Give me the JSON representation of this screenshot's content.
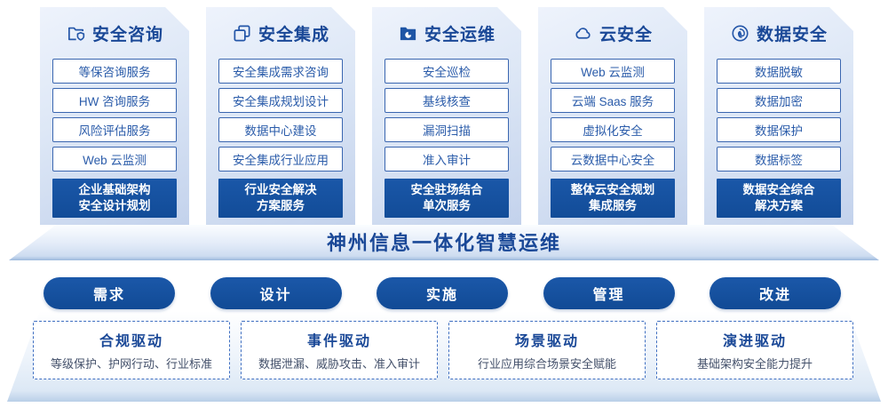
{
  "palette": {
    "primary_blue": "#15509f",
    "border_blue": "#3a66b0",
    "title_text": "#1a4897",
    "item_text": "#2b5caa",
    "muted_text": "#43506a",
    "card_bg_top": "#eef3fc",
    "card_bg_bottom": "#c3d2ec"
  },
  "columns": [
    {
      "title": "安全咨询",
      "icon": "folder-shield-icon",
      "items": [
        "等保咨询服务",
        "HW 咨询服务",
        "风险评估服务",
        "Web 云监测"
      ],
      "footer_lines": [
        "企业基础架构",
        "安全设计规划"
      ]
    },
    {
      "title": "安全集成",
      "icon": "documents-icon",
      "items": [
        "安全集成需求咨询",
        "安全集成规划设计",
        "数据中心建设",
        "安全集成行业应用"
      ],
      "footer_lines": [
        "行业安全解决",
        "方案服务"
      ]
    },
    {
      "title": "安全运维",
      "icon": "folder-chart-icon",
      "items": [
        "安全巡检",
        "基线核查",
        "漏洞扫描",
        "准入审计"
      ],
      "footer_lines": [
        "安全驻场结合",
        "单次服务"
      ]
    },
    {
      "title": "云安全",
      "icon": "cloud-icon",
      "items": [
        "Web 云监测",
        "云端 Saas 服务",
        "虚拟化安全",
        "云数据中心安全"
      ],
      "footer_lines": [
        "整体云安全规划",
        "集成服务"
      ]
    },
    {
      "title": "数据安全",
      "icon": "fingerprint-icon",
      "items": [
        "数据脱敏",
        "数据加密",
        "数据保护",
        "数据标签"
      ],
      "footer_lines": [
        "数据安全综合",
        "解决方案"
      ]
    }
  ],
  "banner": {
    "title": "神州信息一体化智慧运维"
  },
  "phases": [
    {
      "label": "需求"
    },
    {
      "label": "设计"
    },
    {
      "label": "实施"
    },
    {
      "label": "管理"
    },
    {
      "label": "改进"
    }
  ],
  "drivers": [
    {
      "title": "合规驱动",
      "desc": "等级保护、护网行动、行业标准"
    },
    {
      "title": "事件驱动",
      "desc": "数据泄漏、威胁攻击、准入审计"
    },
    {
      "title": "场景驱动",
      "desc": "行业应用综合场景安全赋能"
    },
    {
      "title": "演进驱动",
      "desc": "基础架构安全能力提升"
    }
  ]
}
